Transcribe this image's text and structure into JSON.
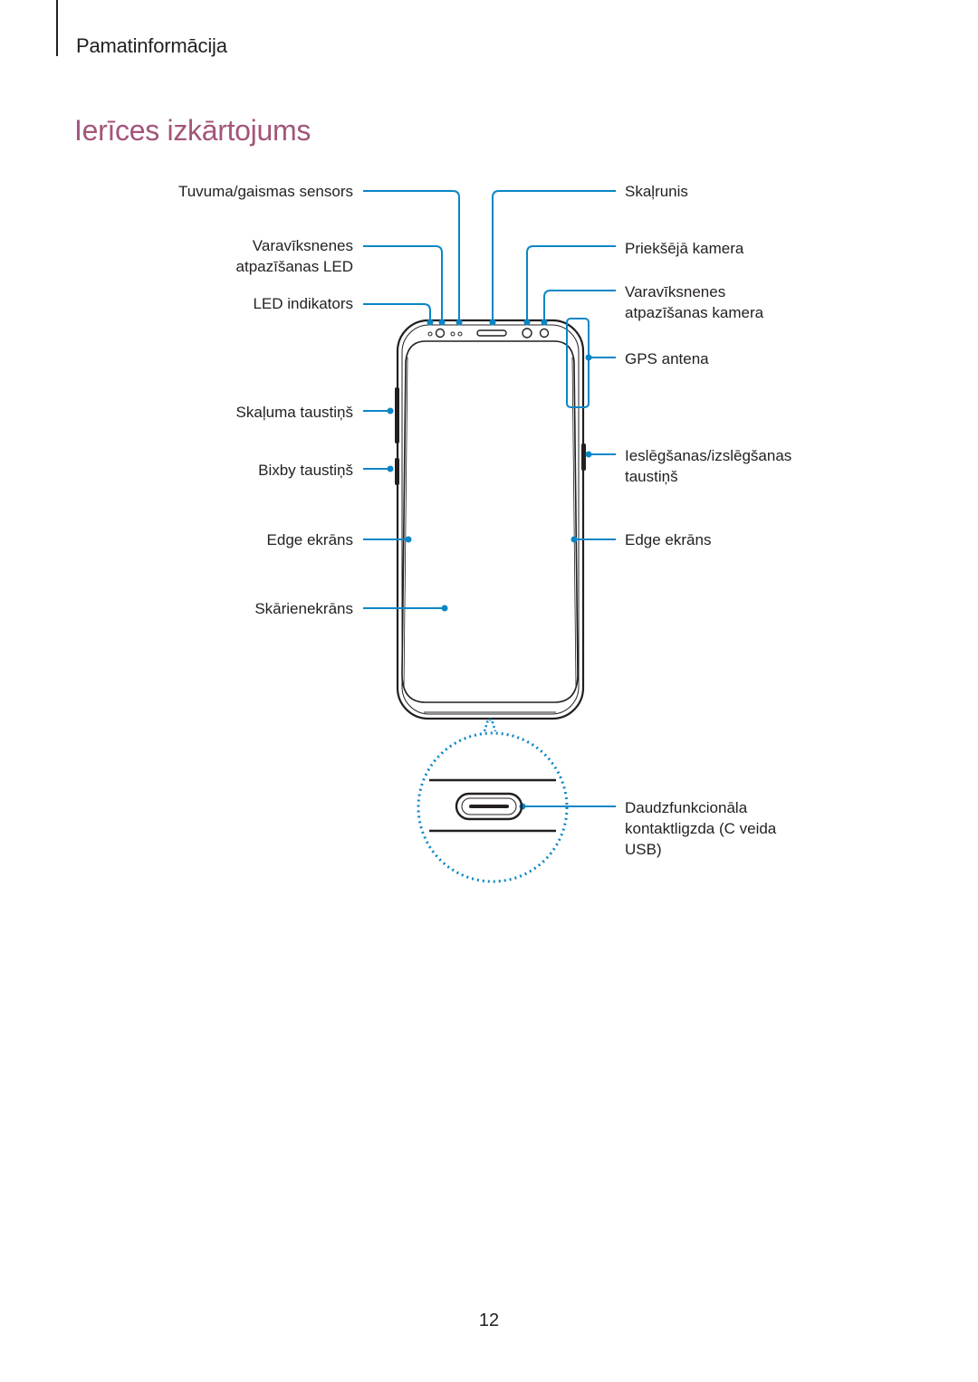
{
  "header": {
    "section": "Pamatinformācija"
  },
  "title": "Ierīces izkārtojums",
  "labels": {
    "left": {
      "proximity_sensor": "Tuvuma/gaismas sensors",
      "iris_led_1": "Varavīksnenes",
      "iris_led_2": "atpazīšanas LED",
      "led_indicator": "LED indikators",
      "volume_key": "Skaļuma taustiņš",
      "bixby_key": "Bixby taustiņš",
      "edge_screen": "Edge ekrāns",
      "touchscreen": "Skārienekrāns"
    },
    "right": {
      "speaker": "Skaļrunis",
      "front_camera": "Priekšējā kamera",
      "iris_camera_1": "Varavīksnenes",
      "iris_camera_2": "atpazīšanas kamera",
      "gps_antenna": "GPS antena",
      "power_key_1": "Ieslēgšanas/izslēgšanas",
      "power_key_2": "taustiņš",
      "edge_screen": "Edge ekrāns",
      "usb_1": "Daudzfunkcionāla",
      "usb_2": "kontaktligzda (C veida",
      "usb_3": "USB)"
    }
  },
  "colors": {
    "accent": "#a3557a",
    "callout": "#0a86c6",
    "line": "#231f20"
  },
  "page_number": "12"
}
